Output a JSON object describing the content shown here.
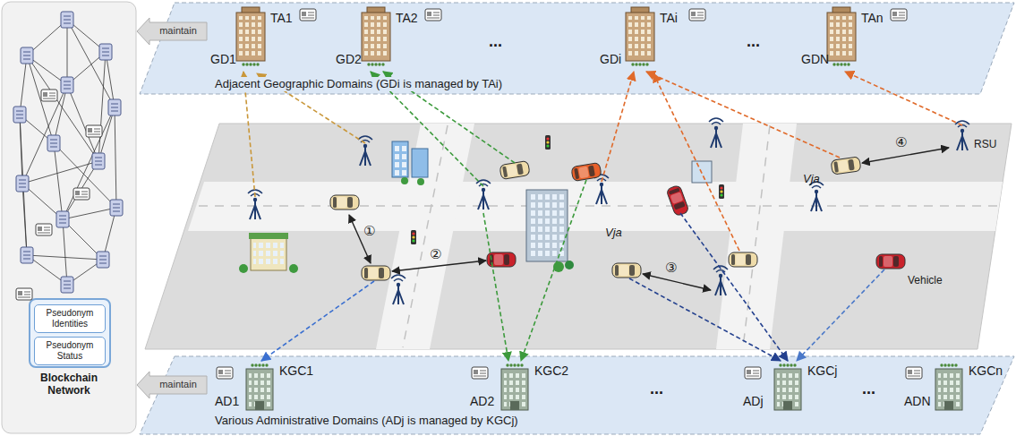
{
  "diagram": {
    "nodes": [
      {
        "text": [
          "Blockchain Network"
        ]
      },
      {
        "text": [
          "Pseudonym Identities"
        ],
        "in": 0
      },
      {
        "text": [
          "Pseudonym Status"
        ],
        "in": 0
      },
      {
        "text": [
          "Adjacent Geographic Domains (GDi is managed by TAi)"
        ]
      },
      {
        "text": [
          "TA1",
          "GD1"
        ],
        "in": 3
      },
      {
        "text": [
          "TA2",
          "GD2"
        ],
        "in": 3
      },
      {
        "text": [
          "TAi",
          "GDi"
        ],
        "in": 3
      },
      {
        "text": [
          "TAn",
          "GDN"
        ],
        "in": 3
      },
      {
        "text": [
          "Various Administrative Domains (ADj is managed by KGCj)"
        ]
      },
      {
        "text": [
          "KGC1",
          "AD1"
        ],
        "in": 8
      },
      {
        "text": [
          "KGC2",
          "AD2"
        ],
        "in": 8
      },
      {
        "text": [
          "KGCj",
          "ADj"
        ],
        "in": 8
      },
      {
        "text": [
          "KGCn",
          "ADN"
        ],
        "in": 8
      }
    ],
    "edges": [
      {
        "from": 3,
        "to": 0,
        "arrow": "to",
        "label": "maintain"
      },
      {
        "from": 8,
        "to": 0,
        "arrow": "to",
        "label": "maintain"
      }
    ],
    "labels": [
      "...",
      "...",
      "...",
      "...",
      "①",
      "②",
      "③",
      "④",
      "Vja",
      "Vja",
      "RSU",
      "Vehicle"
    ]
  }
}
